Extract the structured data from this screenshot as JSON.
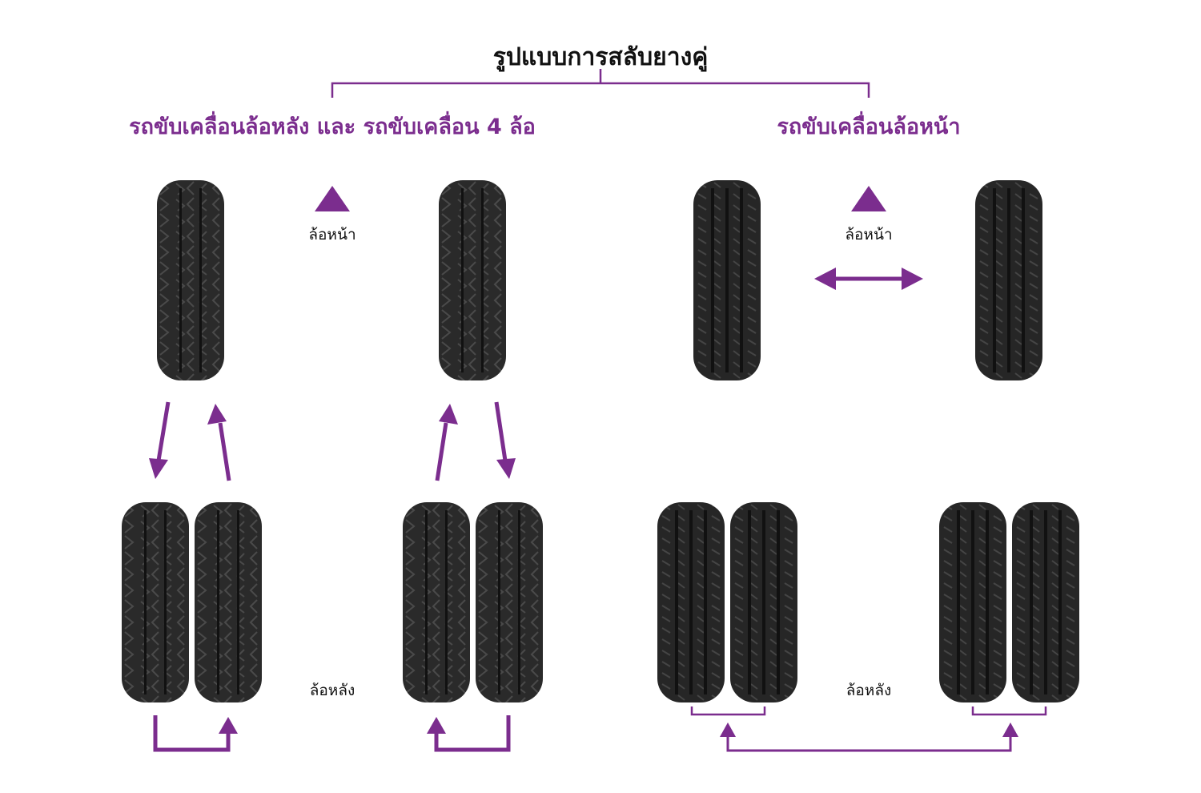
{
  "title": "รูปแบบการสลับยางคู่",
  "headings": {
    "rwd_4wd": "รถขับเคลื่อนล้อหลัง และ รถขับเคลื่อน 4 ล้อ",
    "fwd": "รถขับเคลื่อนล้อหน้า"
  },
  "labels": {
    "front_left": "ล้อหน้า",
    "rear_left": "ล้อหลัง",
    "front_right": "ล้อหน้า",
    "rear_right": "ล้อหลัง"
  },
  "icons": {
    "front_indicator": "triangle-up-icon",
    "arrow": "arrow-icon",
    "tire": "tire-icon"
  },
  "colors": {
    "accent": "#7b2d8e",
    "tire": "#2a2a2a",
    "text": "#111111"
  }
}
